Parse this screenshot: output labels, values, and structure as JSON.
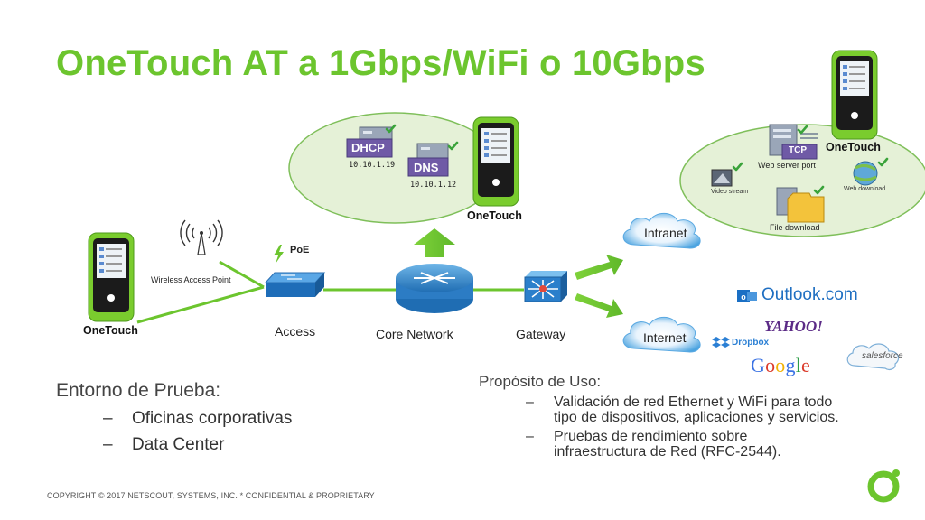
{
  "title": "OneTouch AT a 1Gbps/WiFi o 10Gbps",
  "devices": {
    "onetouch_label": "OneTouch",
    "wireless_ap": "Wireless Access Point",
    "poe": "PoE",
    "access": "Access",
    "core_network": "Core Network",
    "gateway": "Gateway",
    "intranet": "Intranet",
    "internet": "Internet"
  },
  "servers": {
    "dhcp": "DHCP",
    "dhcp_ip": "10.10.1.19",
    "dns": "DNS",
    "dns_ip": "10.10.1.12"
  },
  "tests": {
    "tcp": "TCP",
    "web_server_port": "Web server port",
    "video_stream": "Video stream",
    "web_download": "Web download",
    "file_download": "File download"
  },
  "brands": {
    "outlook": "Outlook.com",
    "yahoo": "YAHOO!",
    "dropbox": "Dropbox",
    "google": "Google",
    "salesforce": "salesforce"
  },
  "entorno": {
    "heading": "Entorno de Prueba:",
    "items": [
      "Oficinas corporativas",
      "Data Center"
    ]
  },
  "proposito": {
    "heading": "Propósito de Uso:",
    "items": [
      "Validación de red Ethernet y WiFi para todo tipo de dispositivos, aplicaciones y servicios.",
      "Pruebas de rendimiento sobre infraestructura de Red (RFC-2544)."
    ],
    "dash": "–"
  },
  "footer": {
    "copyright": "COPYRIGHT © 2017 NETSCOUT, SYSTEMS, INC. * CONFIDENTIAL & PROPRIETARY"
  },
  "colors": {
    "brand_green": "#6cc52e",
    "cloud_blue": "#4aa3e0",
    "ellipse_fill": "#e5f1d7"
  }
}
